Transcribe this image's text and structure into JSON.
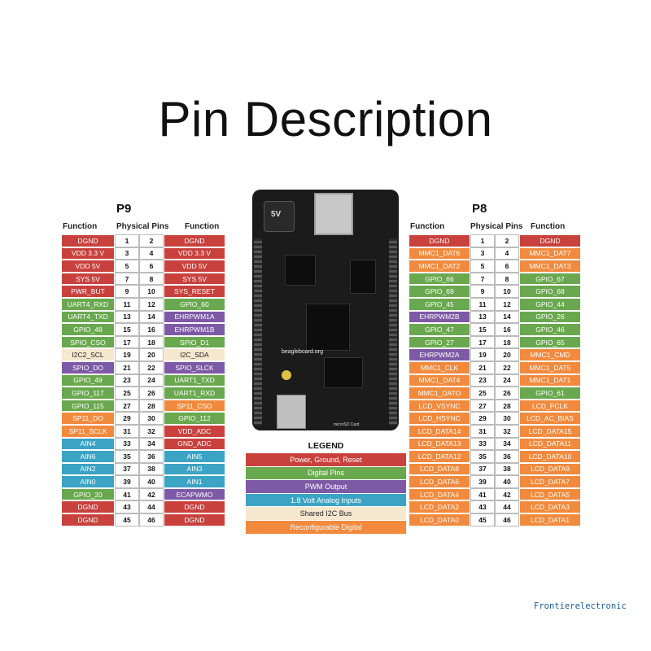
{
  "title": "Pin Description",
  "colors": {
    "red": "#c9413d",
    "green": "#6aa84f",
    "purple": "#7d59a6",
    "blue": "#3ba3c4",
    "cream": "#f6e7cf",
    "orange": "#f18a3d"
  },
  "p9": {
    "port": "P9",
    "header_function": "Function",
    "header_pins": "Physical Pins",
    "rows": [
      {
        "l": "DGND",
        "lc": "red",
        "p1": "1",
        "p2": "2",
        "r": "DGND",
        "rc": "red"
      },
      {
        "l": "VDD 3.3 V",
        "lc": "red",
        "p1": "3",
        "p2": "4",
        "r": "VDD 3.3 V",
        "rc": "red"
      },
      {
        "l": "VDD 5V",
        "lc": "red",
        "p1": "5",
        "p2": "6",
        "r": "VDD 5V",
        "rc": "red"
      },
      {
        "l": "SYS 5V",
        "lc": "red",
        "p1": "7",
        "p2": "8",
        "r": "SYS 5V",
        "rc": "red"
      },
      {
        "l": "PWR_BUT",
        "lc": "red",
        "p1": "9",
        "p2": "10",
        "r": "SYS_RESET",
        "rc": "red"
      },
      {
        "l": "UART4_RXD",
        "lc": "green",
        "p1": "11",
        "p2": "12",
        "r": "GPIO_60",
        "rc": "green"
      },
      {
        "l": "UART4_TXD",
        "lc": "green",
        "p1": "13",
        "p2": "14",
        "r": "EHRPWM1A",
        "rc": "purple"
      },
      {
        "l": "GPIO_48",
        "lc": "green",
        "p1": "15",
        "p2": "16",
        "r": "EHRPWM1B",
        "rc": "purple"
      },
      {
        "l": "SPIO_CSO",
        "lc": "green",
        "p1": "17",
        "p2": "18",
        "r": "SPIO_D1",
        "rc": "green"
      },
      {
        "l": "I2C2_SCL",
        "lc": "cream",
        "p1": "19",
        "p2": "20",
        "r": "I2C_SDA",
        "rc": "cream"
      },
      {
        "l": "SPIO_DO",
        "lc": "purple",
        "p1": "21",
        "p2": "22",
        "r": "SPIO_SLCK",
        "rc": "purple"
      },
      {
        "l": "GPIO_49",
        "lc": "green",
        "p1": "23",
        "p2": "24",
        "r": "UART1_TXD",
        "rc": "green"
      },
      {
        "l": "GPIO_117",
        "lc": "green",
        "p1": "25",
        "p2": "26",
        "r": "UART1_RXD",
        "rc": "green"
      },
      {
        "l": "GPIO_115",
        "lc": "green",
        "p1": "27",
        "p2": "28",
        "r": "SP11_CSO",
        "rc": "orange"
      },
      {
        "l": "SP11_DO",
        "lc": "orange",
        "p1": "29",
        "p2": "30",
        "r": "GPIO_112",
        "rc": "green"
      },
      {
        "l": "SP11_SCLK",
        "lc": "orange",
        "p1": "31",
        "p2": "32",
        "r": "VDD_ADC",
        "rc": "red"
      },
      {
        "l": "AIN4",
        "lc": "blue",
        "p1": "33",
        "p2": "34",
        "r": "GND_ADC",
        "rc": "red"
      },
      {
        "l": "AIN6",
        "lc": "blue",
        "p1": "35",
        "p2": "36",
        "r": "AIN5",
        "rc": "blue"
      },
      {
        "l": "AIN2",
        "lc": "blue",
        "p1": "37",
        "p2": "38",
        "r": "AIN3",
        "rc": "blue"
      },
      {
        "l": "AIN0",
        "lc": "blue",
        "p1": "39",
        "p2": "40",
        "r": "AIN1",
        "rc": "blue"
      },
      {
        "l": "GPIO_20",
        "lc": "green",
        "p1": "41",
        "p2": "42",
        "r": "ECAPWMO",
        "rc": "purple"
      },
      {
        "l": "DGND",
        "lc": "red",
        "p1": "43",
        "p2": "44",
        "r": "DGND",
        "rc": "red"
      },
      {
        "l": "DGND",
        "lc": "red",
        "p1": "45",
        "p2": "46",
        "r": "DGND",
        "rc": "red"
      }
    ]
  },
  "p8": {
    "port": "P8",
    "header_function": "Function",
    "header_pins": "Physical Pins",
    "rows": [
      {
        "l": "DGND",
        "lc": "red",
        "p1": "1",
        "p2": "2",
        "r": "DGND",
        "rc": "red"
      },
      {
        "l": "MMC1_DAT6",
        "lc": "orange",
        "p1": "3",
        "p2": "4",
        "r": "MMC1_DAT7",
        "rc": "orange"
      },
      {
        "l": "MMC1_DAT2",
        "lc": "orange",
        "p1": "5",
        "p2": "6",
        "r": "MMC1_DAT3",
        "rc": "orange"
      },
      {
        "l": "GPIO_66",
        "lc": "green",
        "p1": "7",
        "p2": "8",
        "r": "GPIO_67",
        "rc": "green"
      },
      {
        "l": "GPIO_69",
        "lc": "green",
        "p1": "9",
        "p2": "10",
        "r": "GPIO_68",
        "rc": "green"
      },
      {
        "l": "GPIO_45",
        "lc": "green",
        "p1": "11",
        "p2": "12",
        "r": "GPIO_44",
        "rc": "green"
      },
      {
        "l": "EHRPWM2B",
        "lc": "purple",
        "p1": "13",
        "p2": "14",
        "r": "GPIO_26",
        "rc": "green"
      },
      {
        "l": "GPIO_47",
        "lc": "green",
        "p1": "15",
        "p2": "16",
        "r": "GPIO_46",
        "rc": "green"
      },
      {
        "l": "GPIO_27",
        "lc": "green",
        "p1": "17",
        "p2": "18",
        "r": "GPIO_65",
        "rc": "green"
      },
      {
        "l": "EHRPWM2A",
        "lc": "purple",
        "p1": "19",
        "p2": "20",
        "r": "MMC1_CMD",
        "rc": "orange"
      },
      {
        "l": "MMC1_CLK",
        "lc": "orange",
        "p1": "21",
        "p2": "22",
        "r": "MMC1_DAT5",
        "rc": "orange"
      },
      {
        "l": "MMC1_DAT4",
        "lc": "orange",
        "p1": "23",
        "p2": "24",
        "r": "MMC1_DAT1",
        "rc": "orange"
      },
      {
        "l": "MMC1_DATO",
        "lc": "orange",
        "p1": "25",
        "p2": "26",
        "r": "GPIO_61",
        "rc": "green"
      },
      {
        "l": "LCD_VSYNC",
        "lc": "orange",
        "p1": "27",
        "p2": "28",
        "r": "LCD_PCLK",
        "rc": "orange"
      },
      {
        "l": "LCD_HSYNC",
        "lc": "orange",
        "p1": "29",
        "p2": "30",
        "r": "LCD_AC_BIAS",
        "rc": "orange"
      },
      {
        "l": "LCD_DATA14",
        "lc": "orange",
        "p1": "31",
        "p2": "32",
        "r": "LCD_DATA15",
        "rc": "orange"
      },
      {
        "l": "LCD_DATA13",
        "lc": "orange",
        "p1": "33",
        "p2": "34",
        "r": "LCD_DATA11",
        "rc": "orange"
      },
      {
        "l": "LCD_DATA12",
        "lc": "orange",
        "p1": "35",
        "p2": "36",
        "r": "LCD_DATA10",
        "rc": "orange"
      },
      {
        "l": "LCD_DATA8",
        "lc": "orange",
        "p1": "37",
        "p2": "38",
        "r": "LCD_DATA9",
        "rc": "orange"
      },
      {
        "l": "LCD_DATA6",
        "lc": "orange",
        "p1": "39",
        "p2": "40",
        "r": "LCD_DATA7",
        "rc": "orange"
      },
      {
        "l": "LCD_DATA4",
        "lc": "orange",
        "p1": "41",
        "p2": "42",
        "r": "LCD_DATA5",
        "rc": "orange"
      },
      {
        "l": "LCD_DATA2",
        "lc": "orange",
        "p1": "43",
        "p2": "44",
        "r": "LCD_DATA3",
        "rc": "orange"
      },
      {
        "l": "LCD_DATA0",
        "lc": "orange",
        "p1": "45",
        "p2": "46",
        "r": "LCD_DATA1",
        "rc": "orange"
      }
    ]
  },
  "legend": {
    "title": "LEGEND",
    "items": [
      {
        "label": "Power, Ground, Reset",
        "color": "red"
      },
      {
        "label": "Digital Pins",
        "color": "green"
      },
      {
        "label": "PWM Output",
        "color": "purple"
      },
      {
        "label": "1.8 Volt Analog Inputs",
        "color": "blue"
      },
      {
        "label": "Shared I2C Bus",
        "color": "cream"
      },
      {
        "label": "Reconfigurable Digital",
        "color": "orange"
      }
    ]
  },
  "board": {
    "power_label": "5V",
    "logo_text": "beagleboard.org",
    "card_label": "microSD Card"
  },
  "watermark": "Frontierelectronic"
}
